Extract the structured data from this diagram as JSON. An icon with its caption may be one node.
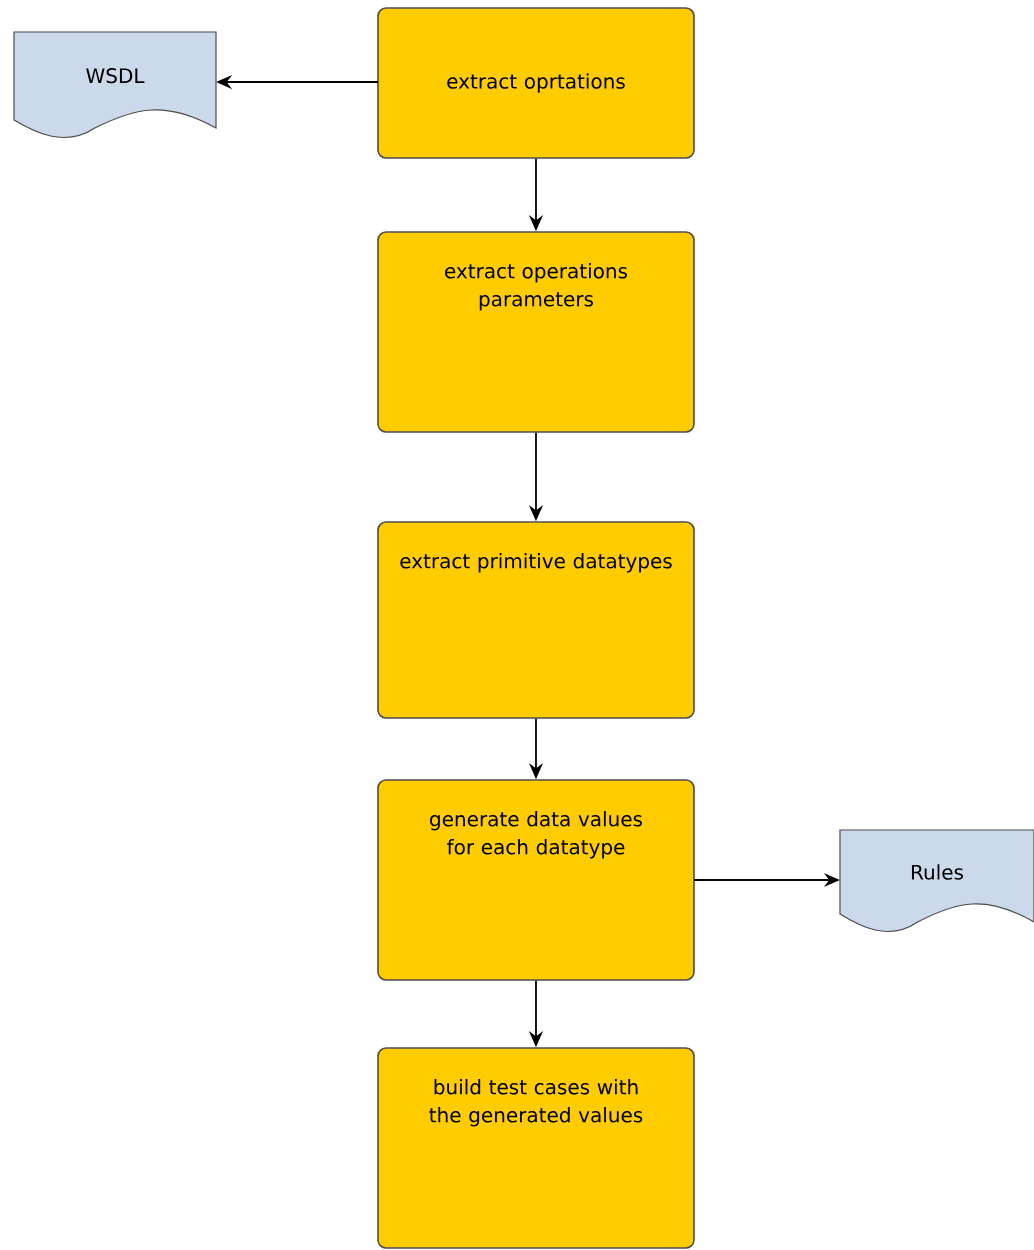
{
  "diagram": {
    "nodes": [
      {
        "text": [
          "WSDL"
        ]
      },
      {
        "text": [
          "extract oprtations"
        ]
      },
      {
        "text": [
          "extract operations parameters"
        ]
      },
      {
        "text": [
          "extract primitive datatypes"
        ]
      },
      {
        "text": [
          "generate data values for each datatype"
        ]
      },
      {
        "text": [
          "build test cases with the generated values"
        ]
      },
      {
        "text": [
          "Rules"
        ]
      }
    ],
    "edges": [
      {
        "from": 1,
        "to": 0,
        "arrow": "to"
      },
      {
        "from": 1,
        "to": 2,
        "arrow": "to"
      },
      {
        "from": 2,
        "to": 3,
        "arrow": "to"
      },
      {
        "from": 3,
        "to": 4,
        "arrow": "to"
      },
      {
        "from": 4,
        "to": 6,
        "arrow": "to"
      },
      {
        "from": 4,
        "to": 5,
        "arrow": "to"
      }
    ]
  }
}
